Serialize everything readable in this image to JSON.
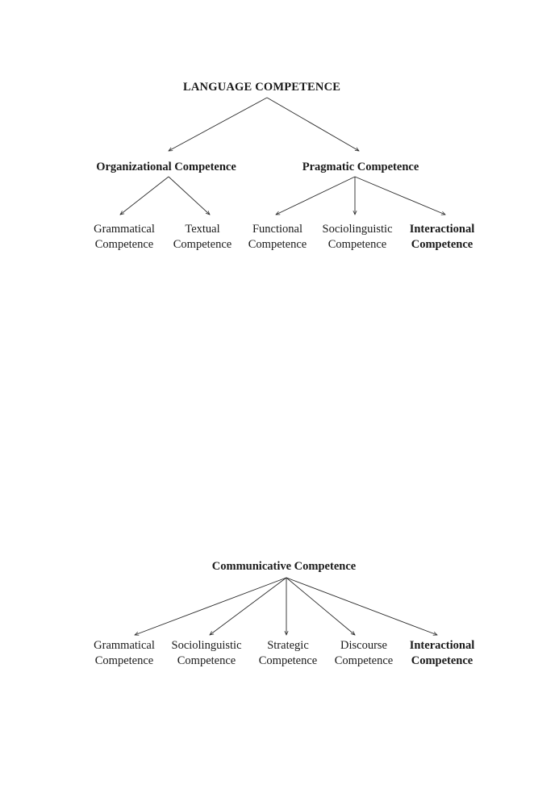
{
  "diagram1": {
    "root": "LANGUAGE COMPETENCE",
    "organizational": "Organizational Competence",
    "pragmatic": "Pragmatic Competence",
    "leaves": [
      {
        "line1": "Grammatical",
        "line2": "Competence"
      },
      {
        "line1": "Textual",
        "line2": "Competence"
      },
      {
        "line1": "Functional",
        "line2": "Competence"
      },
      {
        "line1": "Sociolinguistic",
        "line2": "Competence"
      },
      {
        "line1": "Interactional",
        "line2": "Competence"
      }
    ]
  },
  "diagram2": {
    "root": "Communicative Competence",
    "leaves": [
      {
        "line1": "Grammatical",
        "line2": "Competence"
      },
      {
        "line1": "Sociolinguistic",
        "line2": "Competence"
      },
      {
        "line1": "Strategic",
        "line2": "Competence"
      },
      {
        "line1": "Discourse",
        "line2": "Competence"
      },
      {
        "line1": "Interactional",
        "line2": "Competence"
      }
    ]
  }
}
